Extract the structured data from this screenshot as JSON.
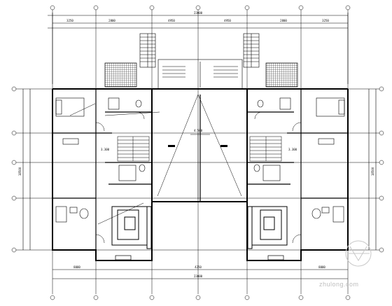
{
  "watermark": {
    "text": "zhulong.com"
  },
  "dimension_labels": {
    "top_total": "23000",
    "top_left_a": "3250",
    "top_left_b": "2800",
    "top_mid_left": "4950",
    "top_mid_right": "4950",
    "top_right_a": "2800",
    "top_right_b": "3250",
    "bottom_total": "23000",
    "bottom_left": "8000",
    "bottom_mid": "4250",
    "bottom_right": "8000",
    "side_left": "18500",
    "side_right": "18500"
  },
  "room_tags": {
    "hall": "4.500",
    "left_room": "3.300",
    "right_room": "3.300"
  }
}
